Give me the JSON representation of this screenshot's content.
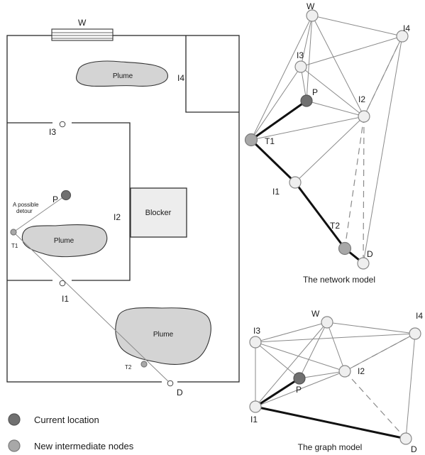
{
  "floor_plan": {
    "window_label": "W",
    "plume_label": "Plume",
    "blocker_label": "Blocker",
    "detour_label_line1": "A possible",
    "detour_label_line2": "detour",
    "labels": {
      "I4": "I4",
      "I3": "I3",
      "I2": "I2",
      "I1": "I1",
      "P": "P",
      "T1": "T1",
      "T2": "T2",
      "D": "D"
    }
  },
  "network_model": {
    "caption": "The network model",
    "labels": {
      "W": "W",
      "I4": "I4",
      "I3": "I3",
      "P": "P",
      "I2": "I2",
      "T1": "T1",
      "I1": "I1",
      "T2": "T2",
      "D": "D"
    }
  },
  "graph_model": {
    "caption": "The graph model",
    "labels": {
      "W": "W",
      "I4": "I4",
      "I3": "I3",
      "I2": "I2",
      "P": "P",
      "I1": "I1",
      "D": "D"
    }
  },
  "legend": {
    "current_location": "Current location",
    "new_intermediate_nodes": "New  intermediate nodes"
  },
  "colors": {
    "current_location": "#707070",
    "new_intermediate_node": "#a8a8a8",
    "ordinary_node": "#efefef",
    "plume_fill": "#d4d4d4"
  }
}
